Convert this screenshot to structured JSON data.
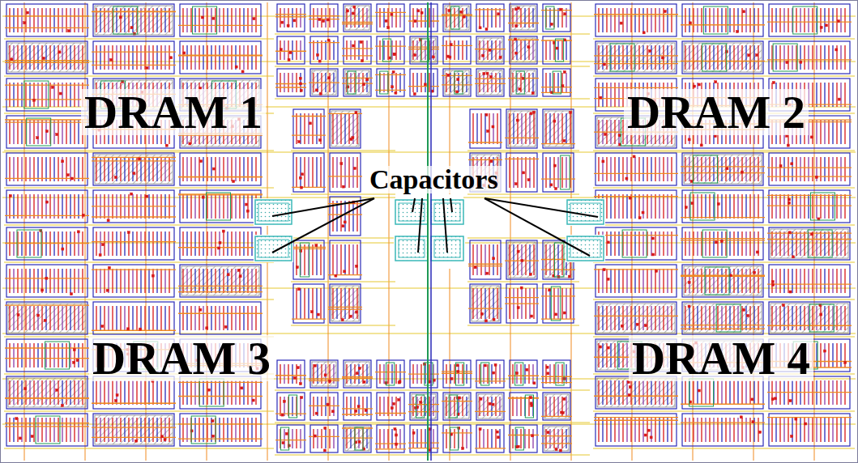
{
  "diagram": {
    "labels": [
      "DRAM 1",
      "DRAM 2",
      "Capacitors",
      "DRAM 3",
      "DRAM 4"
    ]
  }
}
